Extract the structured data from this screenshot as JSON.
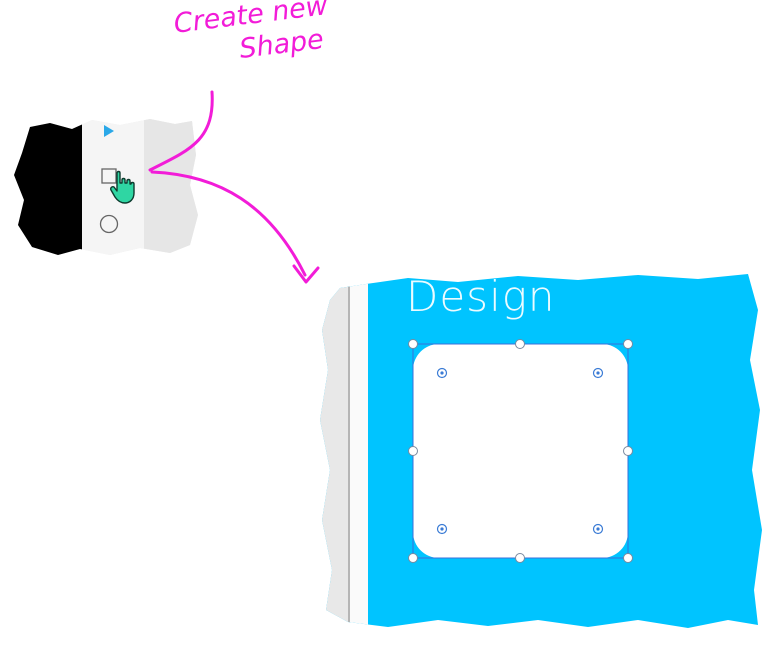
{
  "annotation": {
    "line1": "Create new",
    "line2": "Shape"
  },
  "canvas": {
    "title": "Design"
  },
  "toolbar": {
    "tools": [
      {
        "name": "rectangle-tool",
        "icon": "square-icon"
      },
      {
        "name": "ellipse-tool",
        "icon": "circle-icon"
      }
    ]
  },
  "colors": {
    "canvas_blue": "#00c4ff",
    "annotation_magenta": "#f21cd8",
    "cursor_green": "#2fd6a3",
    "selection_blue": "#3a6fd8"
  }
}
